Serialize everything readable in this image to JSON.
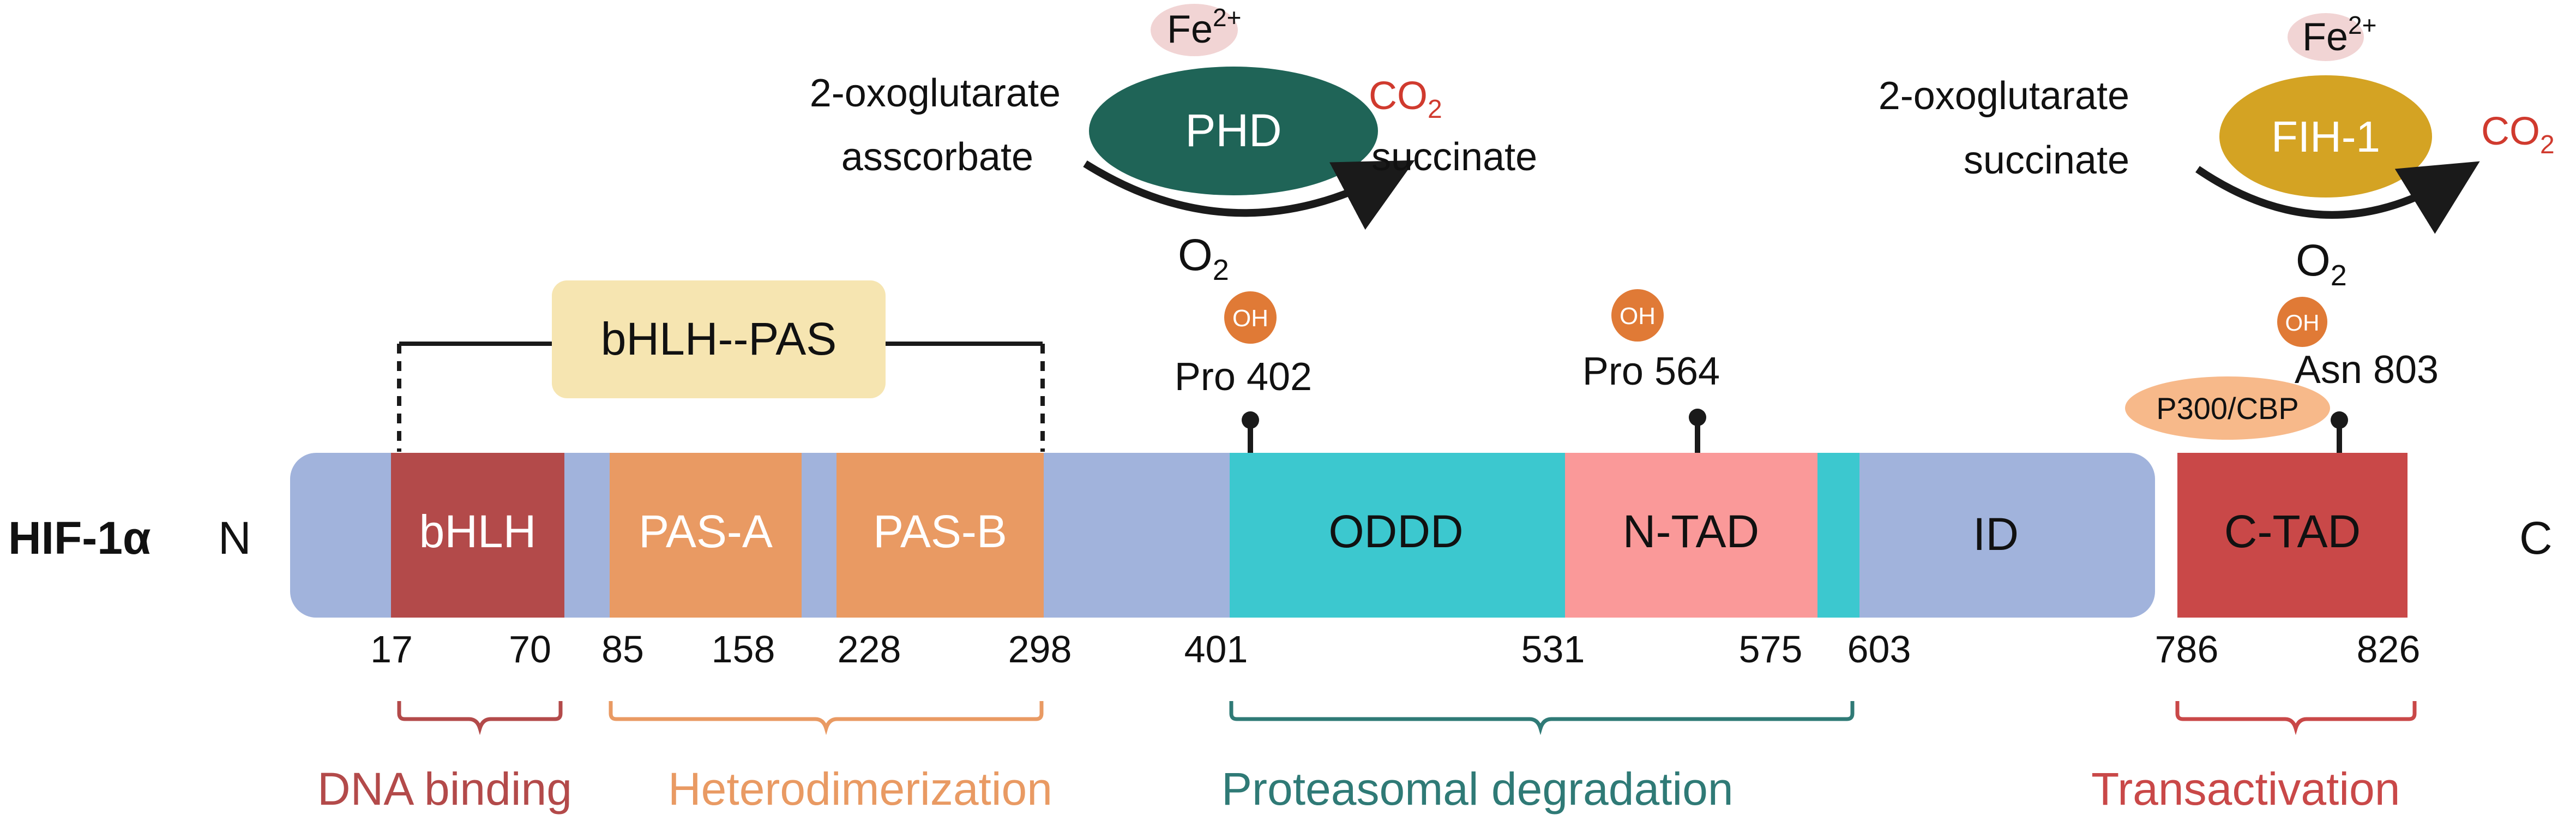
{
  "protein": {
    "name": "HIF-1α",
    "n_term": "N",
    "c_term": "C"
  },
  "bracket_label": "bHLH--PAS",
  "domains": [
    {
      "label": "bHLH",
      "color": "#b34a4a",
      "text_color": "#ffffff"
    },
    {
      "label": "PAS-A",
      "color": "#e99a63",
      "text_color": "#ffffff"
    },
    {
      "label": "PAS-B",
      "color": "#e99a63",
      "text_color": "#ffffff"
    },
    {
      "label": "ODDD",
      "color": "#3cc8cf",
      "text_color": "#111111"
    },
    {
      "label": "N-TAD",
      "color": "#fa9999",
      "text_color": "#111111"
    },
    {
      "label": "ID",
      "color": "#a1b3dc",
      "text_color": "#111111"
    },
    {
      "label": "C-TAD",
      "color": "#c94848",
      "text_color": "#111111"
    }
  ],
  "positions": [
    "17",
    "70",
    "85",
    "158",
    "228",
    "298",
    "401",
    "531",
    "575",
    "603",
    "786",
    "826"
  ],
  "sites": {
    "oh_label": "OH",
    "pro402": "Pro 402",
    "pro564": "Pro 564",
    "asn803": "Asn 803",
    "p300": "P300/CBP"
  },
  "enzymes": {
    "phd": {
      "name": "PHD",
      "color": "#1f6457",
      "cofactor_base": "Fe",
      "cofactor_sup": "2+",
      "inputs": [
        "2-oxoglutarate",
        "asscorbate"
      ],
      "o2_base": "O",
      "o2_sub": "2",
      "co2_base": "CO",
      "co2_sub": "2",
      "product": "succinate"
    },
    "fih": {
      "name": "FIH-1",
      "color": "#d4a323",
      "cofactor_base": "Fe",
      "cofactor_sup": "2+",
      "inputs": [
        "2-oxoglutarate",
        "succinate"
      ],
      "o2_base": "O",
      "o2_sub": "2",
      "co2_base": "CO",
      "co2_sub": "2"
    }
  },
  "functions": [
    {
      "label": "DNA binding",
      "color": "#b34a4a"
    },
    {
      "label": "Heterodimerization",
      "color": "#e99a63"
    },
    {
      "label": "Proteasomal degradation",
      "color": "#2f7a76"
    },
    {
      "label": "Transactivation",
      "color": "#c94848"
    }
  ],
  "colors": {
    "backbone": "#a1b3dc",
    "teal_gap": "#3cc8cf",
    "bracket_box": "#f6e5b1",
    "oh_circle": "#e07a36",
    "p300_ellipse": "#f7b98a",
    "fe_ellipse": "#f1d4d4",
    "co2_text": "#d03a2e"
  }
}
